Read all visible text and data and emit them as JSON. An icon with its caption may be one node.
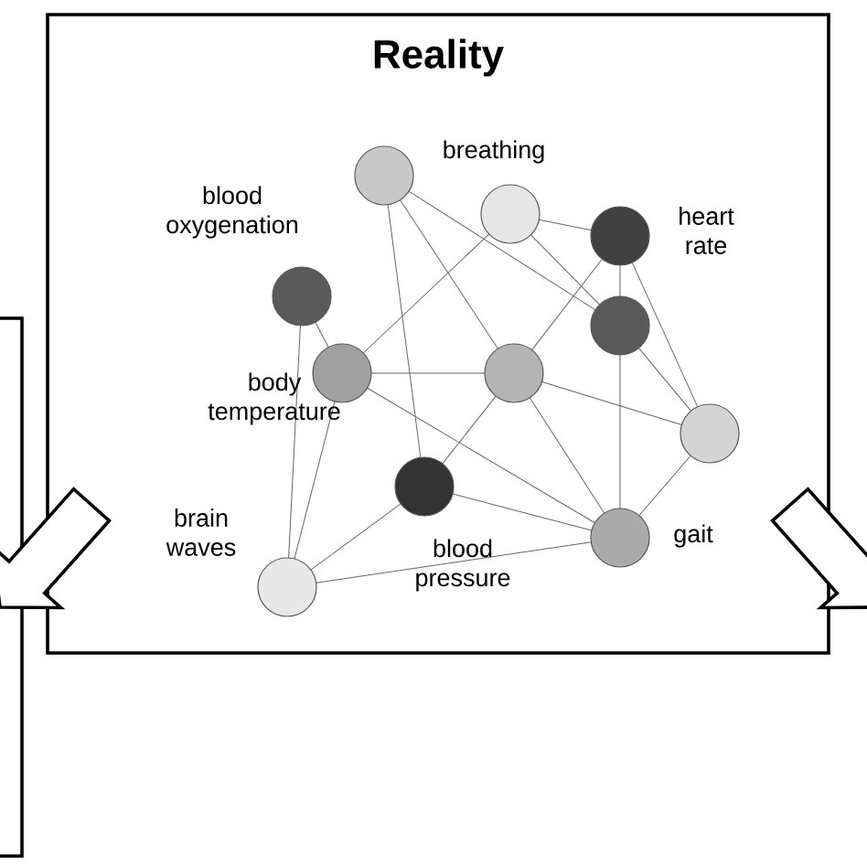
{
  "diagram": {
    "nodes": [
      {
        "text": [
          "Reality"
        ]
      },
      {
        "text": [],
        "shape": "box"
      },
      {
        "text": [],
        "shape": "circle",
        "in": 0,
        "beside": [
          "breathing"
        ]
      },
      {
        "text": [],
        "shape": "circle",
        "in": 0
      },
      {
        "text": [],
        "shape": "circle",
        "in": 0,
        "beside": [
          "heart rate"
        ]
      },
      {
        "text": [],
        "shape": "circle",
        "in": 0,
        "beside": [
          "blood oxygenation"
        ]
      },
      {
        "text": [],
        "shape": "circle",
        "in": 0
      },
      {
        "text": [],
        "shape": "circle",
        "in": 0,
        "beside": [
          "body temperature"
        ]
      },
      {
        "text": [],
        "shape": "circle",
        "in": 0
      },
      {
        "text": [],
        "shape": "circle",
        "in": 0
      },
      {
        "text": [],
        "shape": "circle",
        "in": 0,
        "beside": [
          "blood pressure"
        ]
      },
      {
        "text": [],
        "shape": "circle",
        "in": 0,
        "beside": [
          "gait"
        ]
      },
      {
        "text": [],
        "shape": "circle",
        "in": 0,
        "beside": [
          "brain waves"
        ]
      }
    ],
    "edges": [
      {
        "from": 2,
        "to": 10,
        "arrow": "none"
      },
      {
        "from": 2,
        "to": 8,
        "arrow": "none"
      },
      {
        "from": 2,
        "to": 6,
        "arrow": "none"
      },
      {
        "from": 3,
        "to": 7,
        "arrow": "none"
      },
      {
        "from": 3,
        "to": 4,
        "arrow": "none"
      },
      {
        "from": 3,
        "to": 6,
        "arrow": "none"
      },
      {
        "from": 4,
        "to": 6,
        "arrow": "none"
      },
      {
        "from": 4,
        "to": 8,
        "arrow": "none"
      },
      {
        "from": 4,
        "to": 9,
        "arrow": "none"
      },
      {
        "from": 5,
        "to": 7,
        "arrow": "none"
      },
      {
        "from": 5,
        "to": 12,
        "arrow": "none"
      },
      {
        "from": 6,
        "to": 9,
        "arrow": "none"
      },
      {
        "from": 6,
        "to": 11,
        "arrow": "none"
      },
      {
        "from": 7,
        "to": 8,
        "arrow": "none"
      },
      {
        "from": 7,
        "to": 11,
        "arrow": "none"
      },
      {
        "from": 7,
        "to": 12,
        "arrow": "none"
      },
      {
        "from": 8,
        "to": 10,
        "arrow": "none"
      },
      {
        "from": 8,
        "to": 9,
        "arrow": "none"
      },
      {
        "from": 8,
        "to": 11,
        "arrow": "none"
      },
      {
        "from": 10,
        "to": 12,
        "arrow": "none"
      },
      {
        "from": 10,
        "to": 11,
        "arrow": "none"
      },
      {
        "from": 11,
        "to": 9,
        "arrow": "none"
      },
      {
        "from": 11,
        "to": 12,
        "arrow": "none"
      },
      {
        "from": 0,
        "to": 1,
        "arrow": "to",
        "style": "thick"
      },
      {
        "from": 0,
        "to": null,
        "arrow": "to",
        "style": "thick"
      }
    ]
  }
}
